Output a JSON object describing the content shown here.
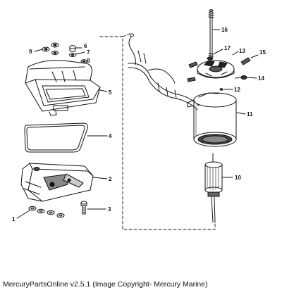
{
  "footer": {
    "text": "MercuryPartsOnline v2.5.1 (Image Copyright- Mercury Marine)"
  },
  "callouts": {
    "c1": "1",
    "c2": "2",
    "c3": "3",
    "c4": "4",
    "c5": "5",
    "c6": "6",
    "c7": "7",
    "c8": "8",
    "c9": "9",
    "c10": "10",
    "c11": "11",
    "c12": "12",
    "c13": "13",
    "c14": "14",
    "c15": "15",
    "c16": "16",
    "c17": "17"
  },
  "colors": {
    "ink": "#111111",
    "background": "#ffffff",
    "shade": "#777777"
  }
}
